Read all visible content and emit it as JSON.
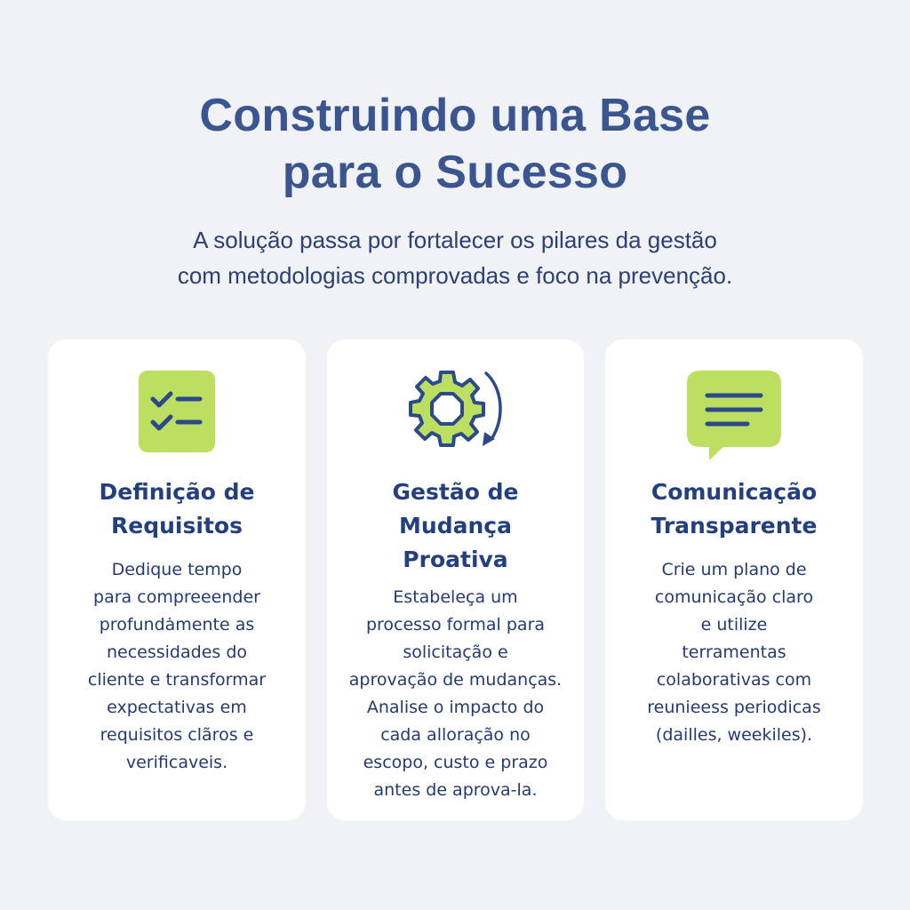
{
  "header": {
    "title_lines": [
      "Construindo uma Base",
      "para o Sucesso"
    ],
    "subtitle_lines": [
      "A solução passa por fortalecer os pilares da gestão",
      "com metodologias comprovadas e foco na prevenção."
    ]
  },
  "colors": {
    "background": "#f1f2f5",
    "card": "#ffffff",
    "title": "#3b5591",
    "heading": "#233f80",
    "body_text": "#233a72",
    "accent_green": "#bcdf62",
    "icon_navy": "#2c4a8a"
  },
  "cards": [
    {
      "icon": "checklist-icon",
      "title_lines": [
        "Definição de",
        "Requisitos"
      ],
      "body_lines": [
        "Dedique tempo",
        "para compreeender",
        "profundȧmente as",
        "necessidades do",
        "cliente e transformar",
        "expectativas em",
        "requisitos clãros e",
        "verificaveis."
      ]
    },
    {
      "icon": "gear-rotate-icon",
      "title_lines": [
        "Gestão de",
        "Mudança",
        "Proativa"
      ],
      "body_lines": [
        "Estabeleça um",
        "processo formal para",
        "solicitação e",
        "aprovação de mudanças.",
        "Analise o impacto do",
        "cada alloração no",
        "escopo, custo e prazo",
        "antes de aprova-la."
      ]
    },
    {
      "icon": "chat-bubble-icon",
      "title_lines": [
        "Comunicação",
        "Transparente"
      ],
      "body_lines": [
        "Crie um plano de",
        "comunicação claro",
        "e utilize",
        "terramentas",
        "colaborativas com",
        "reunieess periodicas",
        "(dailles, weekiles)."
      ]
    }
  ]
}
